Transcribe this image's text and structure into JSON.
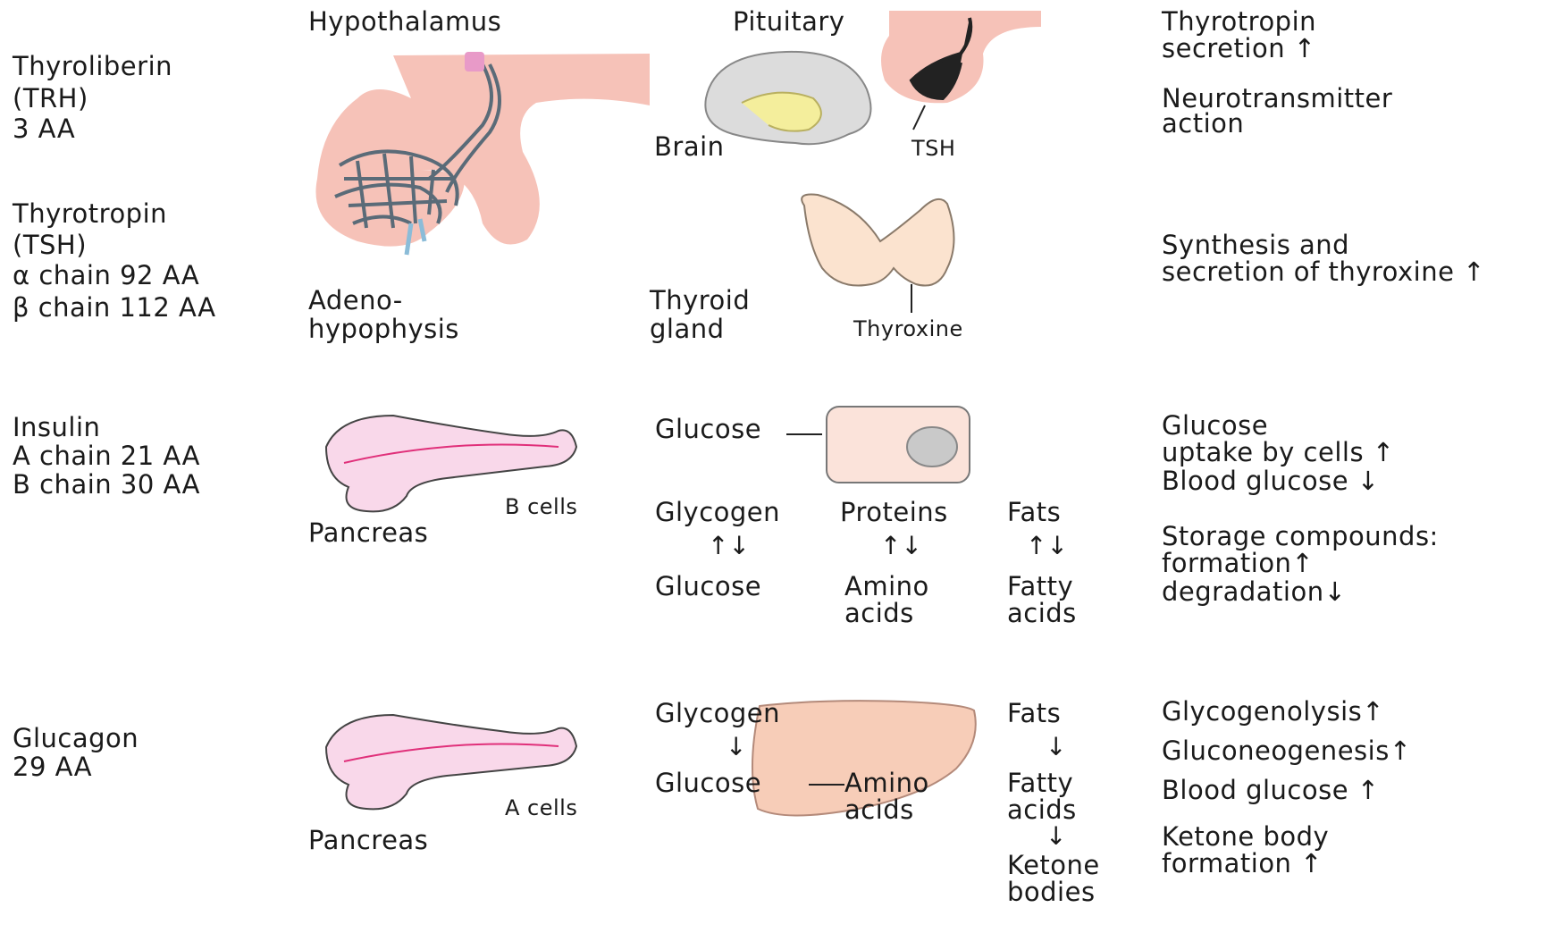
{
  "colors": {
    "pink": "#f6c2b8",
    "gland": "#f9d8ea",
    "liver": "#f7cdb8",
    "thyroid": "#fbe3cf",
    "brain": "#dcdcdc",
    "vessel": "#5a6b78",
    "blue": "#8bbcd8"
  },
  "hormones": {
    "trh": {
      "name": "Thyroliberin",
      "abbr": "(TRH)",
      "detail": "3 AA"
    },
    "tsh": {
      "name": "Thyrotropin",
      "abbr": "(TSH)",
      "alpha": "α chain 92 AA",
      "beta": "β chain 112 AA"
    },
    "insulin": {
      "name": "Insulin",
      "a": "A chain 21 AA",
      "b": "B chain 30 AA"
    },
    "glucagon": {
      "name": "Glucagon",
      "detail": "29 AA"
    }
  },
  "organs": {
    "hypothalamus": "Hypothalamus",
    "adeno1": "Adeno-",
    "adeno2": "hypophysis",
    "pituitary": "Pituitary",
    "brain": "Brain",
    "tsh": "TSH",
    "thyroid1": "Thyroid",
    "thyroid2": "gland",
    "thyroxine": "Thyroxine",
    "pancreas_b": "Pancreas",
    "bcells": "B cells",
    "pancreas_a": "Pancreas",
    "acells": "A cells"
  },
  "insulin_targets": {
    "glucose_in": "Glucose",
    "glycogen": "Glycogen",
    "glucose": "Glucose",
    "proteins": "Proteins",
    "amino1": "Amino",
    "amino2": "acids",
    "fats": "Fats",
    "fatty1": "Fatty",
    "fatty2": "acids"
  },
  "glucagon_targets": {
    "glycogen": "Glycogen",
    "glucose": "Glucose",
    "amino1": "Amino",
    "amino2": "acids",
    "fats": "Fats",
    "fatty1": "Fatty",
    "fatty2": "acids",
    "ketone1": "Ketone",
    "ketone2": "bodies"
  },
  "effects": {
    "trh1": "Thyrotropin",
    "trh2": "secretion ↑",
    "trh3": "Neurotransmitter",
    "trh4": "action",
    "tsh1": "Synthesis and",
    "tsh2": "secretion of thyroxine ↑",
    "ins1": "Glucose",
    "ins2": "uptake by cells ↑",
    "ins3": "Blood glucose ↓",
    "ins4": "Storage compounds:",
    "ins5": "formation↑",
    "ins6": "degradation↓",
    "glu1": "Glycogenolysis↑",
    "glu2": "Gluconeogenesis↑",
    "glu3": "Blood glucose ↑",
    "glu4": "Ketone body",
    "glu5": "formation ↑"
  }
}
